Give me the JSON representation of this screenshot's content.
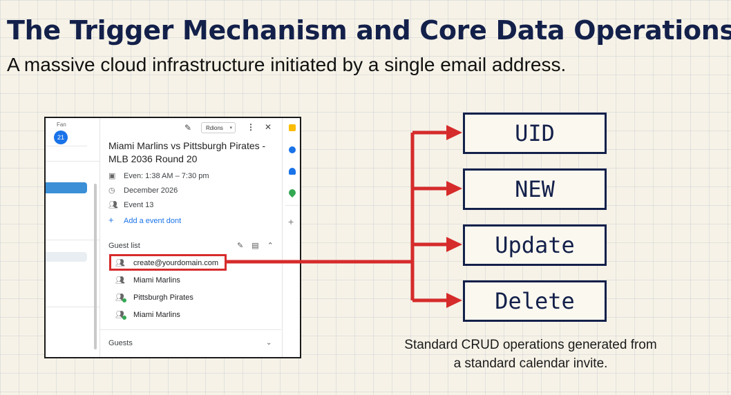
{
  "header": {
    "title": "The Trigger Mechanism and Core Data Operations",
    "subtitle": "A massive cloud infrastructure initiated by a single email address."
  },
  "calendar": {
    "month_label": "Fan",
    "day_number": "21",
    "options_button": "Rdions",
    "event_title": "Miami Marlins vs Pittsburgh Pirates - MLB 2036 Round 20",
    "time_row": "Even: 1:38 AM – 7:30 pm",
    "date_row": "December 2026",
    "event_row": "Event  13",
    "add_row": "Add a event dont",
    "guest_list_header": "Guest list",
    "guests": [
      {
        "name": "create@yourdomain.com",
        "highlighted": true,
        "status_dot": false
      },
      {
        "name": "Miami Marlins",
        "highlighted": false,
        "status_dot": false
      },
      {
        "name": "Pittsburgh Pirates",
        "highlighted": false,
        "status_dot": true
      },
      {
        "name": "Miami Marlins",
        "highlighted": false,
        "status_dot": true
      }
    ],
    "guests_footer": "Guests",
    "icons": [
      "pencil-icon",
      "more-vert-icon",
      "close-icon",
      "calendar-icon",
      "clock-icon",
      "people-icon",
      "plus-icon",
      "edit-icon",
      "email-icon",
      "chevron-up-icon",
      "chevron-down-icon"
    ]
  },
  "operations": [
    "UID",
    "NEW",
    "Update",
    "Delete"
  ],
  "caption": "Standard CRUD operations generated from a standard calendar invite.",
  "colors": {
    "title": "#13204a",
    "arrow": "#d62b2b",
    "box_border": "#13204a",
    "accent_blue": "#1a73e8",
    "background": "#f6f2e7"
  }
}
